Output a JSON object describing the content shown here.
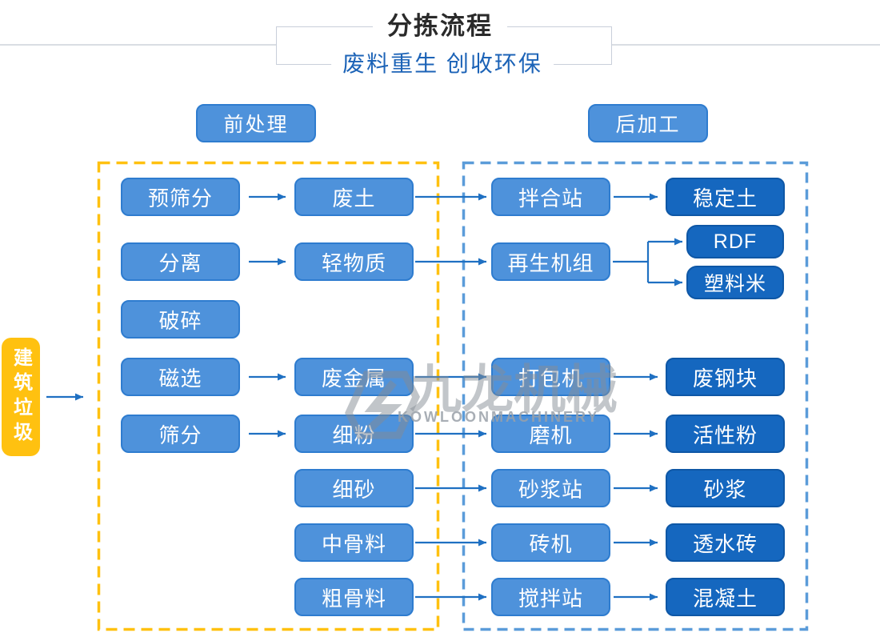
{
  "header": {
    "title": "分拣流程",
    "subtitle": "废料重生 创收环保"
  },
  "sections": {
    "pre_label": "前处理",
    "post_label": "后加工"
  },
  "source": {
    "label": "建筑垃圾"
  },
  "watermark": {
    "cn": "九龙机械",
    "en": "KOWLOONMACHINERY"
  },
  "colors": {
    "medium_blue_fill": "#4e92db",
    "medium_blue_border": "#2e7ccf",
    "dark_blue_fill": "#1567bf",
    "dark_blue_border": "#0e57a6",
    "accent_yellow": "#ffc110",
    "dashed_blue": "#5b9cd9",
    "arrow_blue": "#1f70c2",
    "subtitle_blue": "#1c63b7",
    "title_dark": "#2a2a2a"
  },
  "nodes": {
    "pre_screening": "预筛分",
    "separation": "分离",
    "crushing": "破碎",
    "magnetic": "磁选",
    "screening": "筛分",
    "waste_soil": "废土",
    "light_material": "轻物质",
    "waste_metal": "废金属",
    "fine_powder": "细粉",
    "fine_sand": "细砂",
    "medium_aggregate": "中骨料",
    "coarse_aggregate": "粗骨料",
    "mixing_station": "拌合站",
    "recycling_unit": "再生机组",
    "baler": "打包机",
    "mill": "磨机",
    "mortar_station": "砂浆站",
    "brick_machine": "砖机",
    "stirring_station": "搅拌站",
    "stabilized_soil": "稳定土",
    "rdf": "RDF",
    "plastic_pellets": "塑料米",
    "steel_blocks": "废钢块",
    "active_powder": "活性粉",
    "mortar": "砂浆",
    "permeable_brick": "透水砖",
    "concrete": "混凝土"
  },
  "edges": [
    {
      "from": "建筑垃圾",
      "to": "前处理"
    },
    {
      "from": "预筛分",
      "to": "废土"
    },
    {
      "from": "废土",
      "to": "拌合站"
    },
    {
      "from": "拌合站",
      "to": "稳定土"
    },
    {
      "from": "分离",
      "to": "轻物质"
    },
    {
      "from": "轻物质",
      "to": "再生机组"
    },
    {
      "from": "再生机组",
      "to": "RDF"
    },
    {
      "from": "再生机组",
      "to": "塑料米"
    },
    {
      "from": "磁选",
      "to": "废金属"
    },
    {
      "from": "废金属",
      "to": "打包机"
    },
    {
      "from": "打包机",
      "to": "废钢块"
    },
    {
      "from": "筛分",
      "to": "细粉"
    },
    {
      "from": "细粉",
      "to": "磨机"
    },
    {
      "from": "磨机",
      "to": "活性粉"
    },
    {
      "from": "细砂",
      "to": "砂浆站"
    },
    {
      "from": "砂浆站",
      "to": "砂浆"
    },
    {
      "from": "中骨料",
      "to": "砖机"
    },
    {
      "from": "砖机",
      "to": "透水砖"
    },
    {
      "from": "粗骨料",
      "to": "搅拌站"
    },
    {
      "from": "搅拌站",
      "to": "混凝土"
    }
  ]
}
